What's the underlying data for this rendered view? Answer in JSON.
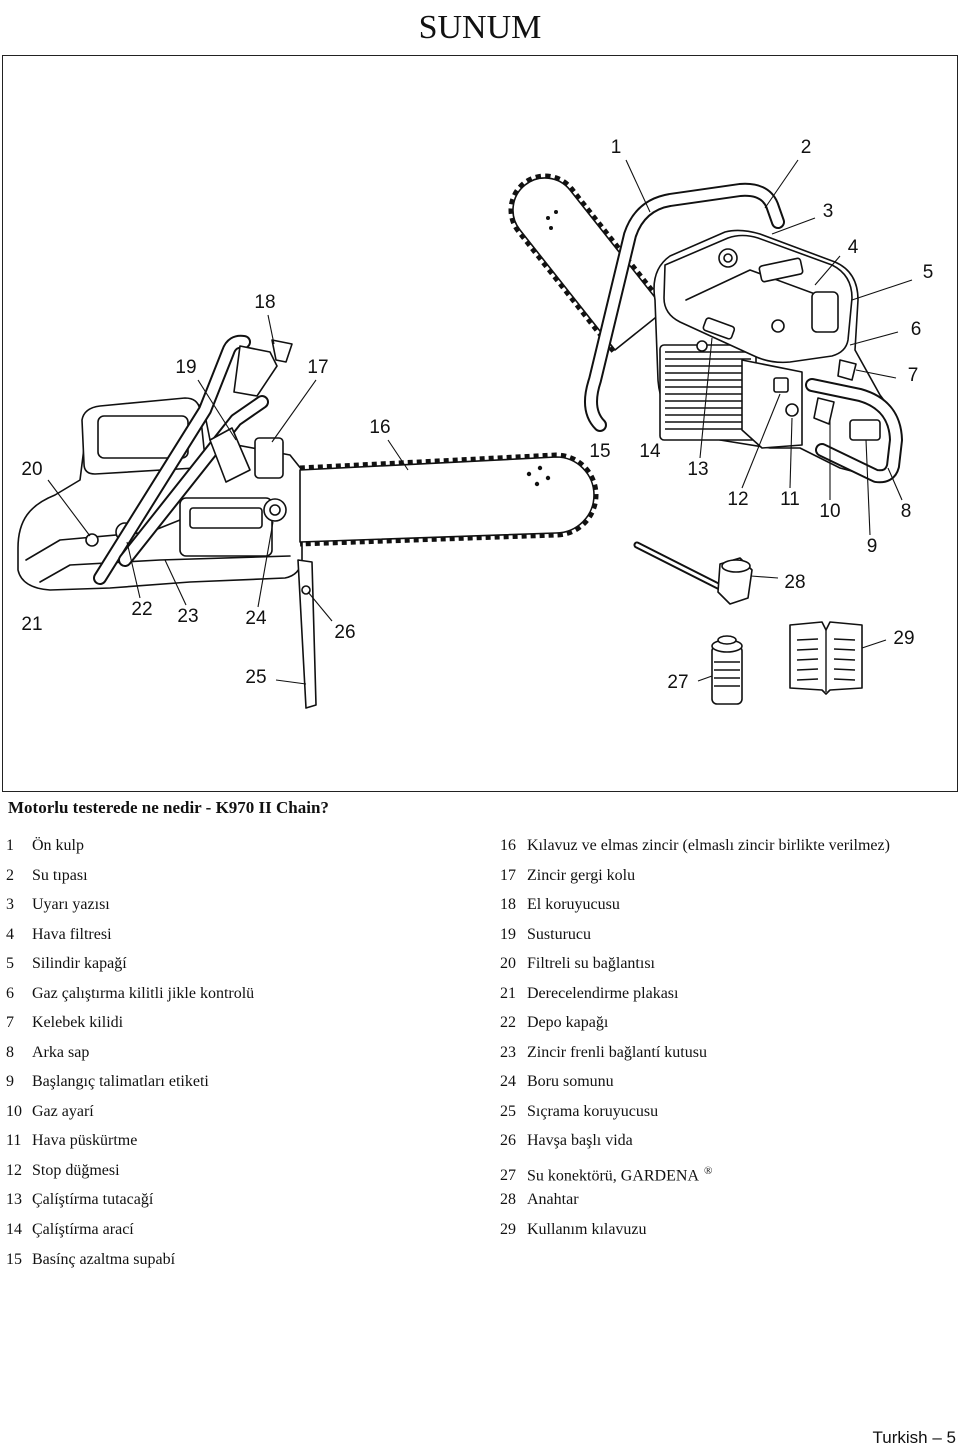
{
  "header": {
    "title": "SUNUM"
  },
  "diagram": {
    "callouts": [
      "1",
      "2",
      "3",
      "4",
      "5",
      "6",
      "7",
      "8",
      "9",
      "10",
      "11",
      "12",
      "13",
      "14",
      "15",
      "16",
      "17",
      "18",
      "19",
      "20",
      "21",
      "22",
      "23",
      "24",
      "25",
      "26",
      "27",
      "28",
      "29"
    ]
  },
  "parts": {
    "heading": "Motorlu testerede ne nedir - K970 II Chain?",
    "left": [
      {
        "num": "1",
        "name": "Ön kulp"
      },
      {
        "num": "2",
        "name": "Su tıpası"
      },
      {
        "num": "3",
        "name": "Uyarı yazısı"
      },
      {
        "num": "4",
        "name": "Hava filtresi"
      },
      {
        "num": "5",
        "name": "Silindir kapağí"
      },
      {
        "num": "6",
        "name": "Gaz çalıştırma kilitli jikle kontrolü"
      },
      {
        "num": "7",
        "name": "Kelebek kilidi"
      },
      {
        "num": "8",
        "name": "Arka sap"
      },
      {
        "num": "9",
        "name": "Başlangıç talimatları etiketi"
      },
      {
        "num": "10",
        "name": "Gaz ayarí"
      },
      {
        "num": "11",
        "name": "Hava püskürtme"
      },
      {
        "num": "12",
        "name": "Stop düğmesi"
      },
      {
        "num": "13",
        "name": "Çalíştírma tutacağí"
      },
      {
        "num": "14",
        "name": "Çalíştírma arací"
      },
      {
        "num": "15",
        "name": "Basínç azaltma supabí"
      }
    ],
    "right": [
      {
        "num": "16",
        "name": "Kılavuz ve elmas zincir (elmaslı zincir birlikte verilmez)"
      },
      {
        "num": "17",
        "name": "Zincir gergi kolu"
      },
      {
        "num": "18",
        "name": "El koruyucusu"
      },
      {
        "num": "19",
        "name": "Susturucu"
      },
      {
        "num": "20",
        "name": "Filtreli su bağlantısı"
      },
      {
        "num": "21",
        "name": "Derecelendirme plakası"
      },
      {
        "num": "22",
        "name": "Depo kapağı"
      },
      {
        "num": "23",
        "name": "Zincir frenli bağlantí kutusu"
      },
      {
        "num": "24",
        "name": "Boru somunu"
      },
      {
        "num": "25",
        "name": "Sıçrama koruyucusu"
      },
      {
        "num": "26",
        "name": "Havşa başlı vida"
      },
      {
        "num": "27",
        "name": "Su konektörü, GARDENA",
        "mark": "®"
      },
      {
        "num": "28",
        "name": "Anahtar"
      },
      {
        "num": "29",
        "name": "Kullanım kılavuzu"
      }
    ]
  },
  "footer": {
    "text": "Turkish – 5"
  }
}
